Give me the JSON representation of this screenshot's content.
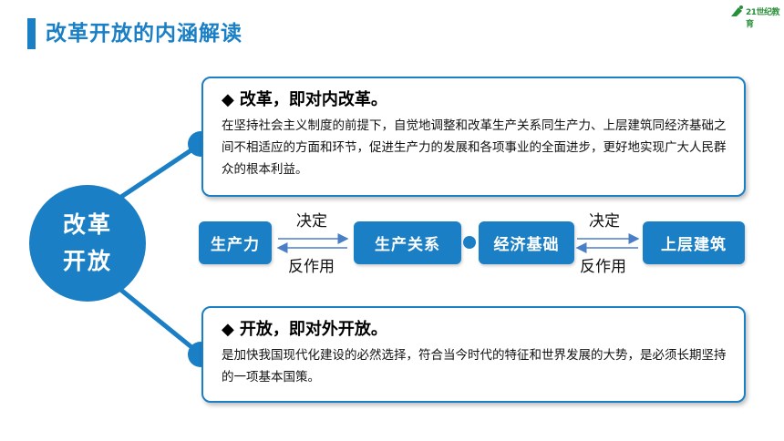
{
  "page": {
    "title": "改革开放的内涵解读",
    "logo_text": "21世纪教育"
  },
  "center": {
    "label_line1": "改革",
    "label_line2": "开放"
  },
  "reform_card": {
    "diamond": "◆",
    "heading": "改革，即对内改革。",
    "body": "在坚持社会主义制度的前提下，自觉地调整和改革生产关系同生产力、上层建筑同经济基础之间不相适应的方面和环节，促进生产力的发展和各项事业的全面进步，更好地实现广大人民群众的根本利益。"
  },
  "opening_card": {
    "diamond": "◆",
    "heading": "开放，即对外开放。",
    "body": "是加快我国现代化建设的必然选择，符合当今时代的特征和世界发展的大势，是必须长期坚持的一项基本国策。"
  },
  "flow": {
    "box1": "生产力",
    "box2": "生产关系",
    "box3": "经济基础",
    "box4": "上层建筑",
    "decide_1": "决定",
    "react_1": "反作用",
    "decide_2": "决定",
    "react_2": "反作用"
  },
  "colors": {
    "accent": "#1a7fc4",
    "logo_green": "#2a8f3a"
  }
}
